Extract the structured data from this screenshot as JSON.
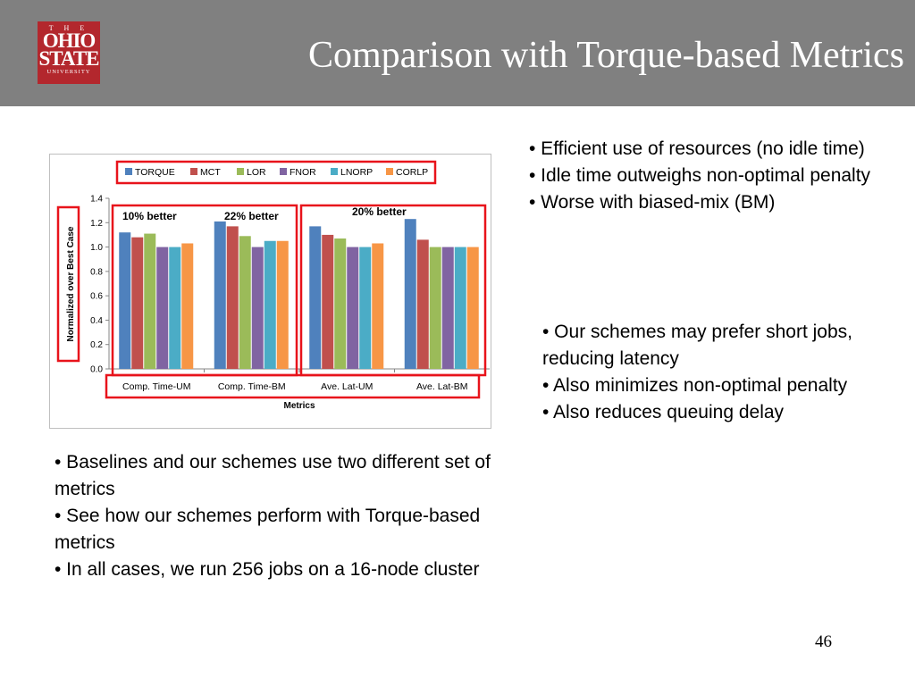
{
  "slide": {
    "title": "Comparison with Torque-based Metrics",
    "page_number": "46",
    "logo": {
      "line1": "T H E",
      "line2": "OHIO",
      "line3": "STATE",
      "line4": "UNIVERSITY"
    }
  },
  "bullets_right_top": [
    "• Efficient use of resources (no idle time)",
    "• Idle time outweighs non-optimal penalty",
    "• Worse with biased-mix (BM)"
  ],
  "bullets_right_bottom": [
    "• Our schemes may prefer short jobs, reducing latency",
    "• Also minimizes non-optimal penalty",
    "• Also reduces queuing delay"
  ],
  "bullets_left_bottom": [
    "• Baselines and our schemes use two different set of metrics",
    "• See how our schemes perform with Torque-based metrics",
    "• In all cases, we run 256 jobs on a 16-node cluster"
  ],
  "chart_data": {
    "type": "bar",
    "categories": [
      "Comp. Time-UM",
      "Comp. Time-BM",
      "Ave. Lat-UM",
      "Ave. Lat-BM"
    ],
    "series": [
      {
        "name": "TORQUE",
        "color": "#4f81bd",
        "values": [
          1.12,
          1.21,
          1.17,
          1.23
        ]
      },
      {
        "name": "MCT",
        "color": "#c0504d",
        "values": [
          1.08,
          1.17,
          1.1,
          1.06
        ]
      },
      {
        "name": "LOR",
        "color": "#9bbb59",
        "values": [
          1.11,
          1.09,
          1.07,
          1.0
        ]
      },
      {
        "name": "FNOR",
        "color": "#8064a2",
        "values": [
          1.0,
          1.0,
          1.0,
          1.0
        ]
      },
      {
        "name": "LNORP",
        "color": "#4bacc6",
        "values": [
          1.0,
          1.05,
          1.0,
          1.0
        ]
      },
      {
        "name": "CORLP",
        "color": "#f79646",
        "values": [
          1.03,
          1.05,
          1.03,
          1.0
        ]
      }
    ],
    "xlabel": "Metrics",
    "ylabel": "Normalized over Best Case",
    "ylim": [
      0,
      1.4
    ],
    "yticks": [
      "0.0",
      "0.2",
      "0.4",
      "0.6",
      "0.8",
      "1.0",
      "1.2",
      "1.4"
    ],
    "grid": false,
    "legend": "top",
    "annotations": [
      "10% better",
      "22% better",
      "20% better"
    ],
    "highlight_color": "#e8131b"
  }
}
